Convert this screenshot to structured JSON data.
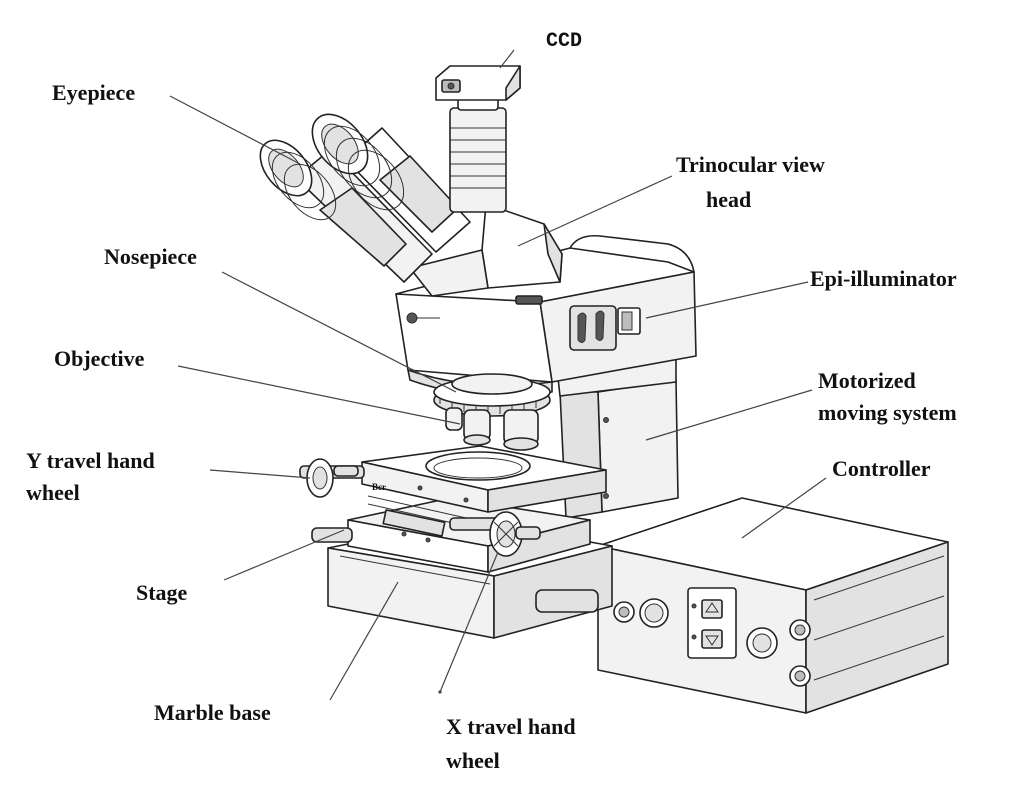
{
  "labels": {
    "ccd": "CCD",
    "eyepiece": "Eyepiece",
    "trinocular_line1": "Trinocular view",
    "trinocular_line2": "head",
    "epi_illuminator": "Epi-illuminator",
    "nosepiece": "Nosepiece",
    "objective": "Objective",
    "motorized_line1": "Motorized",
    "motorized_line2": "moving system",
    "controller": "Controller",
    "y_wheel_line1": "Y travel hand",
    "y_wheel_line2": "wheel",
    "stage": "Stage",
    "marble_base": "Marble base",
    "x_wheel_line1": "X travel hand",
    "x_wheel_line2": "wheel"
  }
}
